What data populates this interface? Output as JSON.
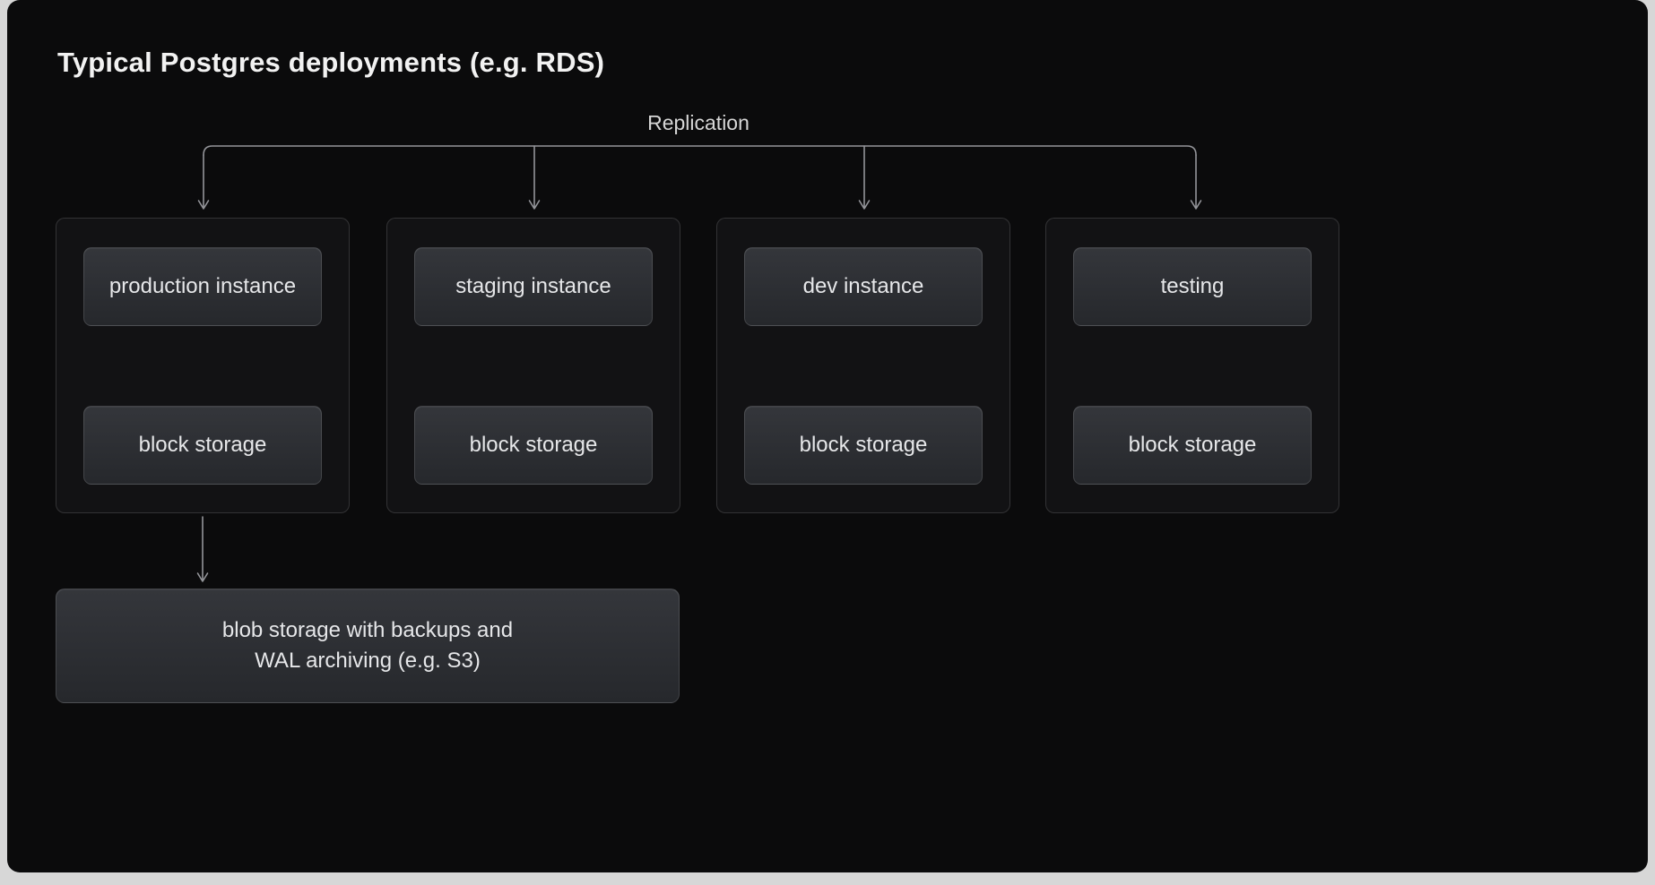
{
  "title": "Typical Postgres deployments (e.g. RDS)",
  "replication_label": "Replication",
  "groups": [
    {
      "instance": "production instance",
      "storage": "block storage"
    },
    {
      "instance": "staging instance",
      "storage": "block storage"
    },
    {
      "instance": "dev instance",
      "storage": "block storage"
    },
    {
      "instance": "testing",
      "storage": "block storage"
    }
  ],
  "blob": {
    "line1": "blob storage with backups and",
    "line2": "WAL archiving (e.g. S3)"
  },
  "colors": {
    "canvas_background": "#0b0b0c",
    "group_background": "#121214",
    "node_background_top": "#34363b",
    "node_background_bottom": "#26282c",
    "border": "rgba(255,255,255,0.13)",
    "arrow": "#94959a",
    "title_text": "#f2f2f2",
    "node_text": "#e6e7e9"
  }
}
